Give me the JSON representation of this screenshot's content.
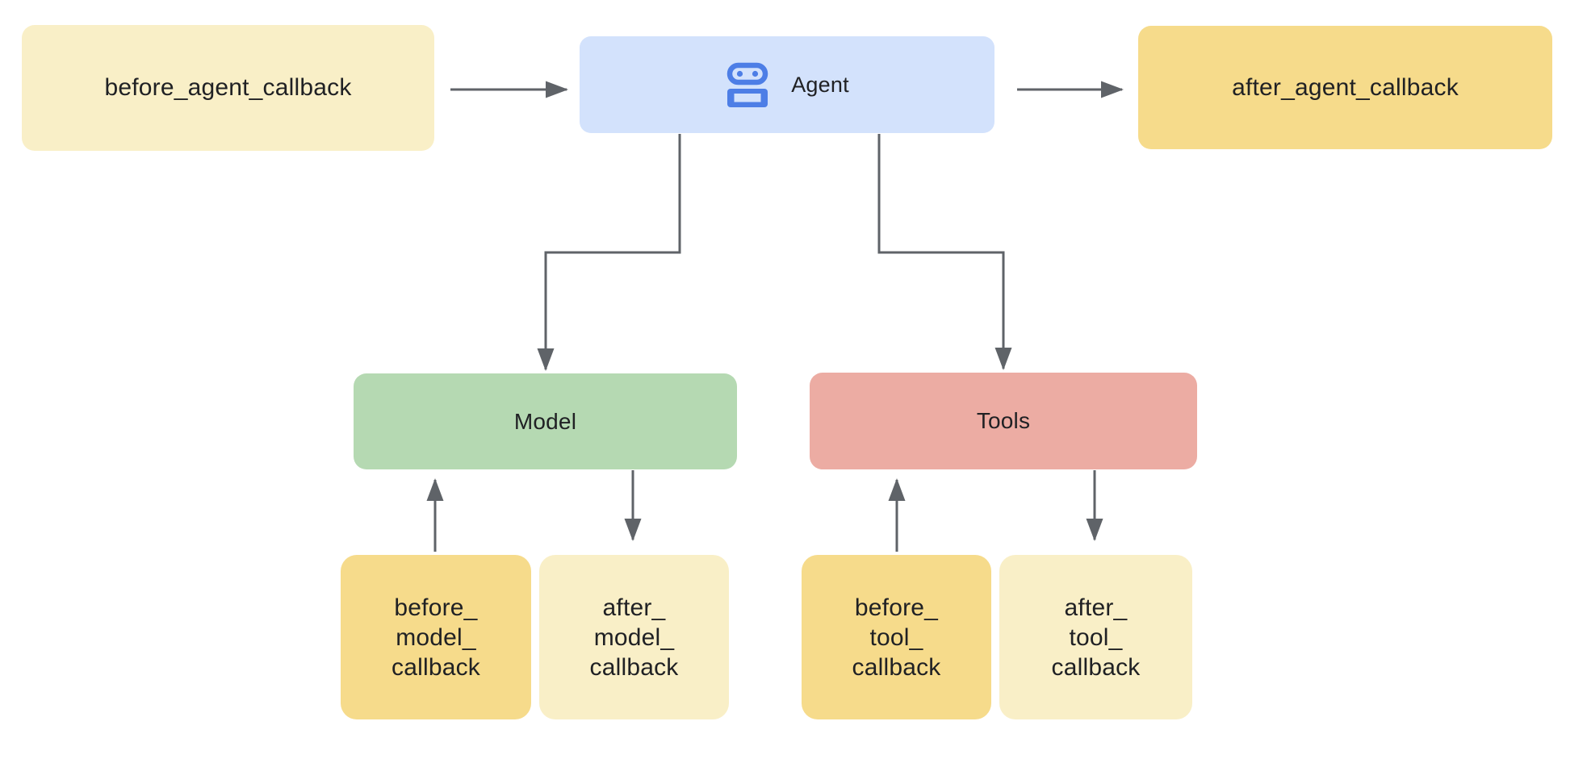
{
  "colors": {
    "yellow_light": "#F9EFC7",
    "yellow_dark": "#F6DB8B",
    "agent_bg": "#D3E2FC",
    "agent_icon": "#4D7EE6",
    "green": "#B5D9B2",
    "salmon": "#ECACA3",
    "arrow": "#5F6368",
    "text": "#202124"
  },
  "nodes": {
    "before_agent": {
      "label": "before_agent_callback"
    },
    "agent": {
      "label": "Agent",
      "icon": "robot-icon"
    },
    "after_agent": {
      "label": "after_agent_callback"
    },
    "model": {
      "label": "Model"
    },
    "tools": {
      "label": "Tools"
    },
    "before_model": {
      "label": "before_\nmodel_\ncallback"
    },
    "after_model": {
      "label": "after_\nmodel_\ncallback"
    },
    "before_tool": {
      "label": "before_\ntool_\ncallback"
    },
    "after_tool": {
      "label": "after_\ntool_\ncallback"
    }
  },
  "edges": [
    {
      "from": "before_agent_callback",
      "to": "Agent"
    },
    {
      "from": "Agent",
      "to": "after_agent_callback"
    },
    {
      "from": "Agent",
      "to": "Model"
    },
    {
      "from": "Agent",
      "to": "Tools"
    },
    {
      "from": "before_model_callback",
      "to": "Model"
    },
    {
      "from": "Model",
      "to": "after_model_callback"
    },
    {
      "from": "before_tool_callback",
      "to": "Tools"
    },
    {
      "from": "Tools",
      "to": "after_tool_callback"
    }
  ]
}
